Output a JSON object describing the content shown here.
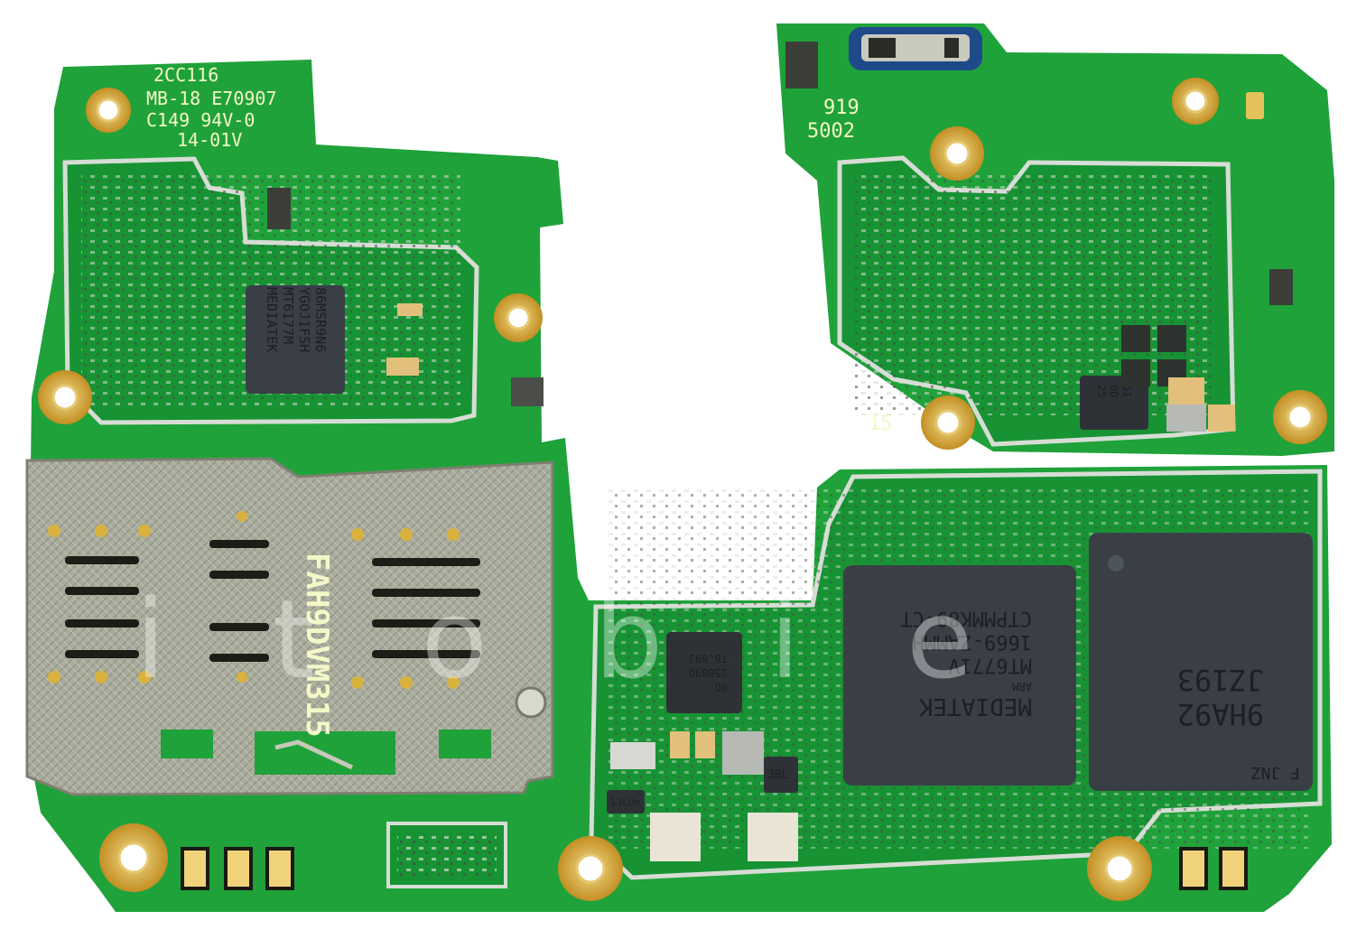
{
  "board": {
    "silk_top_left": [
      "2CC116",
      "MB-18 E70907",
      "C149 94V-0",
      "14-01V"
    ],
    "silk_top_right": [
      "919",
      "5002"
    ],
    "silk_mid": "15",
    "sim_label": "FAH9DVM315"
  },
  "chips": {
    "rf_transceiver": [
      "MEDIATEK",
      "MT6177M",
      "YGOJ1FSH",
      "86MSR9N6"
    ],
    "soc": [
      "MEDIATEK",
      "ARM",
      "MT6771V",
      "1669-ZAMMH",
      "CTPMMK89-CT"
    ],
    "memory": [
      "F JNZ",
      "9HA92",
      "JZ193"
    ],
    "pmic_small": [
      "0D",
      "25809D",
      "T6.89J"
    ],
    "sensor": [
      "3BL"
    ],
    "small_ic": [
      "13LUn"
    ],
    "shield_ic": [
      "DI",
      "0D",
      "25"
    ]
  },
  "watermark": "i  t  o  b  i  e",
  "colors": {
    "pcb": "#1fa23a",
    "pcb_dark": "#16862e",
    "shield": "#c9cfc9",
    "gold": "#d7a63c",
    "chip": "#3a3f45"
  }
}
